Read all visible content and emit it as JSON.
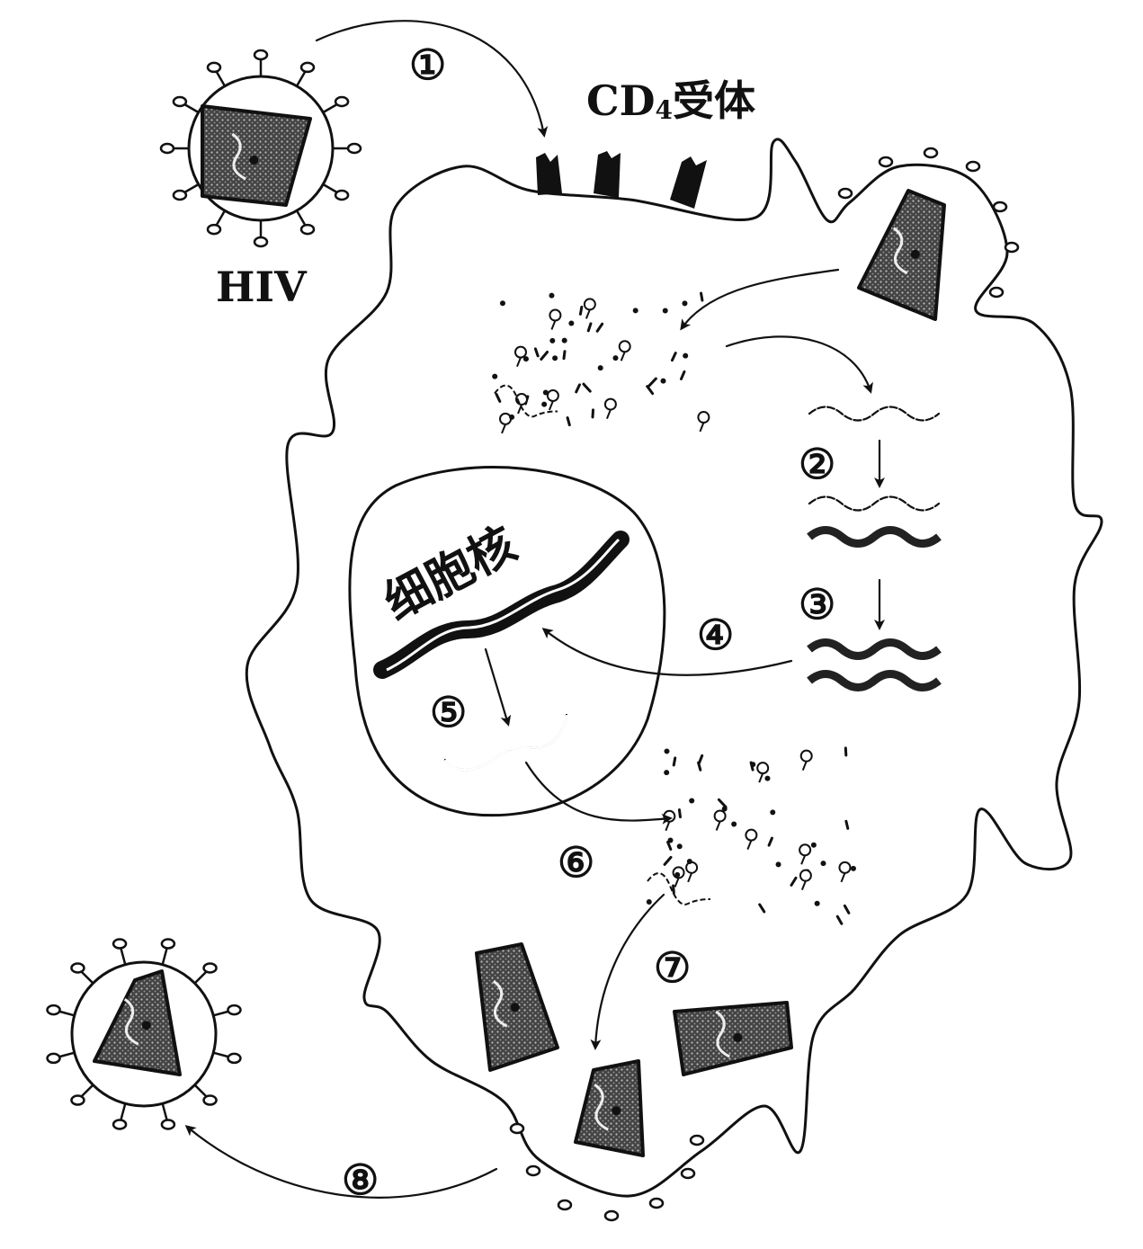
{
  "labels": {
    "step1": "①",
    "step2": "②",
    "step3": "③",
    "step4": "④",
    "step5": "⑤",
    "step6": "⑥",
    "step7": "⑦",
    "step8": "⑧",
    "cd4_main": "CD",
    "cd4_sub": "4",
    "cd4_suffix": "受体",
    "hiv": "HIV",
    "nucleus": "细胞核"
  },
  "colors": {
    "ink": "#111111",
    "background": "#ffffff",
    "capsid": "#3a3a3a"
  }
}
